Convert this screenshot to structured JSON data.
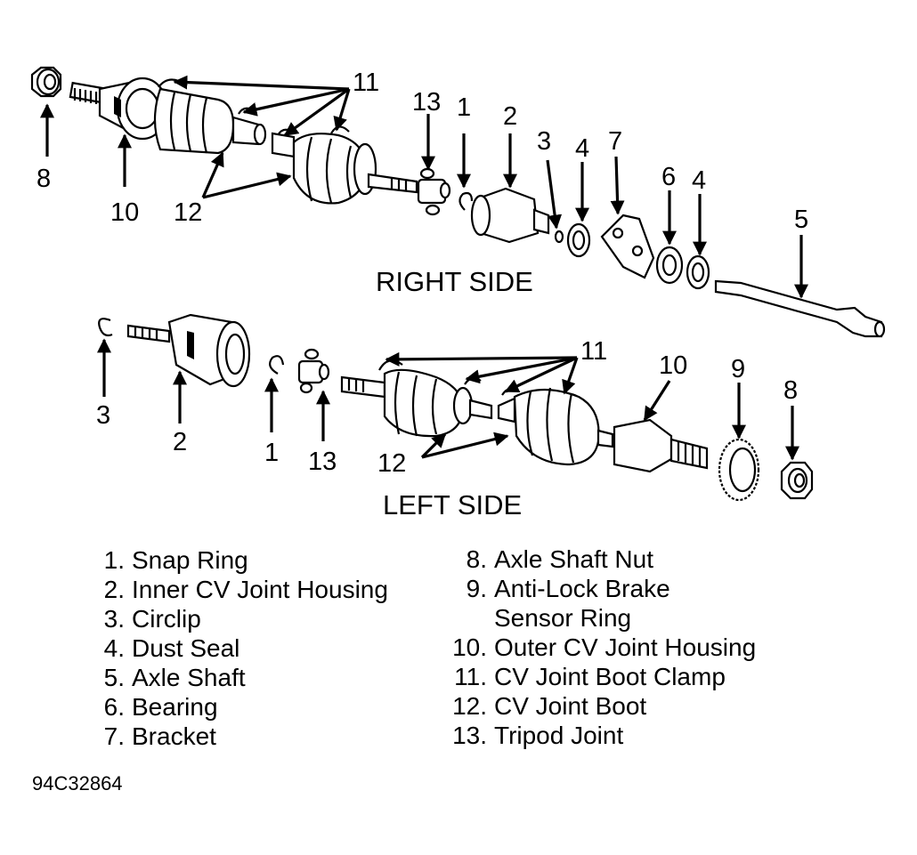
{
  "diagram": {
    "right_side_label": "RIGHT SIDE",
    "left_side_label": "LEFT SIDE",
    "figure_id": "94C32864",
    "callouts_right": [
      "8",
      "10",
      "12",
      "11",
      "13",
      "1",
      "2",
      "3",
      "4",
      "7",
      "6",
      "4",
      "5"
    ],
    "callouts_left": [
      "3",
      "2",
      "1",
      "13",
      "12",
      "11",
      "10",
      "9",
      "8"
    ]
  },
  "legend": {
    "left": [
      {
        "num": "1.",
        "text": "Snap Ring"
      },
      {
        "num": "2.",
        "text": "Inner CV Joint Housing"
      },
      {
        "num": "3.",
        "text": "Circlip"
      },
      {
        "num": "4.",
        "text": "Dust Seal"
      },
      {
        "num": "5.",
        "text": "Axle Shaft"
      },
      {
        "num": "6.",
        "text": "Bearing"
      },
      {
        "num": "7.",
        "text": "Bracket"
      }
    ],
    "right": [
      {
        "num": "8.",
        "text": "Axle Shaft Nut"
      },
      {
        "num": "9.",
        "text": "Anti-Lock Brake"
      },
      {
        "num": "",
        "text": "Sensor Ring"
      },
      {
        "num": "10.",
        "text": "Outer CV Joint Housing"
      },
      {
        "num": "11.",
        "text": "CV Joint Boot Clamp"
      },
      {
        "num": "12.",
        "text": "CV Joint Boot"
      },
      {
        "num": "13.",
        "text": "Tripod Joint"
      }
    ]
  }
}
